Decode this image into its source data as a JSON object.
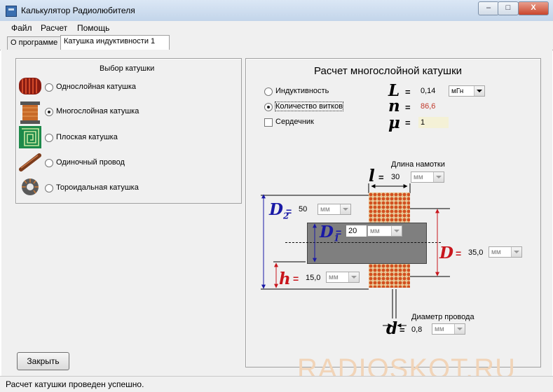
{
  "window": {
    "title": "Калькулятор Радиолюбителя",
    "buttons": {
      "minimize": "–",
      "maximize": "□",
      "close": "X"
    }
  },
  "menu": [
    "Файл",
    "Расчет",
    "Помощь"
  ],
  "tabs": [
    "О программе",
    "Катушка индуктивности 1"
  ],
  "coil_select": {
    "title": "Выбор катушки",
    "options": [
      {
        "label": "Однослойная катушка",
        "selected": false
      },
      {
        "label": "Многослойная катушка",
        "selected": true
      },
      {
        "label": "Плоская катушка",
        "selected": false
      },
      {
        "label": "Одиночный провод",
        "selected": false
      },
      {
        "label": "Тороидальная катушка",
        "selected": false
      }
    ]
  },
  "calc": {
    "title": "Расчет многослойной катушки",
    "mode_inductance": "Индуктивность",
    "mode_turns": "Количество витков",
    "mode_selected": "turns",
    "core_label": "Сердечник",
    "core_checked": false,
    "L": {
      "symbol": "L",
      "value": "0,14",
      "unit": "мГн"
    },
    "n": {
      "symbol": "n",
      "value": "86,6"
    },
    "mu": {
      "symbol": "μ",
      "value": "1"
    }
  },
  "diagram": {
    "length_caption": "Длина намотки",
    "wire_caption": "Диаметр провода",
    "l": {
      "symbol": "l",
      "value": "30",
      "unit": "мм"
    },
    "D2": {
      "symbol": "D",
      "sub": "2",
      "value": "50",
      "unit": "мм"
    },
    "D1": {
      "symbol": "D",
      "sub": "1",
      "value": "20",
      "unit": "мм"
    },
    "D": {
      "symbol": "D",
      "value": "35,0",
      "unit": "мм"
    },
    "h": {
      "symbol": "h",
      "value": "15,0",
      "unit": "мм"
    },
    "d": {
      "symbol": "d",
      "value": "0,8",
      "unit": "мм"
    }
  },
  "close_button": "Закрыть",
  "status": "Расчет катушки проведен успешно.",
  "watermark": "RADIOSKOT.RU",
  "colors": {
    "blue_symbol": "#1a1aa6",
    "red_symbol": "#c8161d",
    "turns_value": "#c0392b",
    "core_field": "#f4f1d6"
  }
}
